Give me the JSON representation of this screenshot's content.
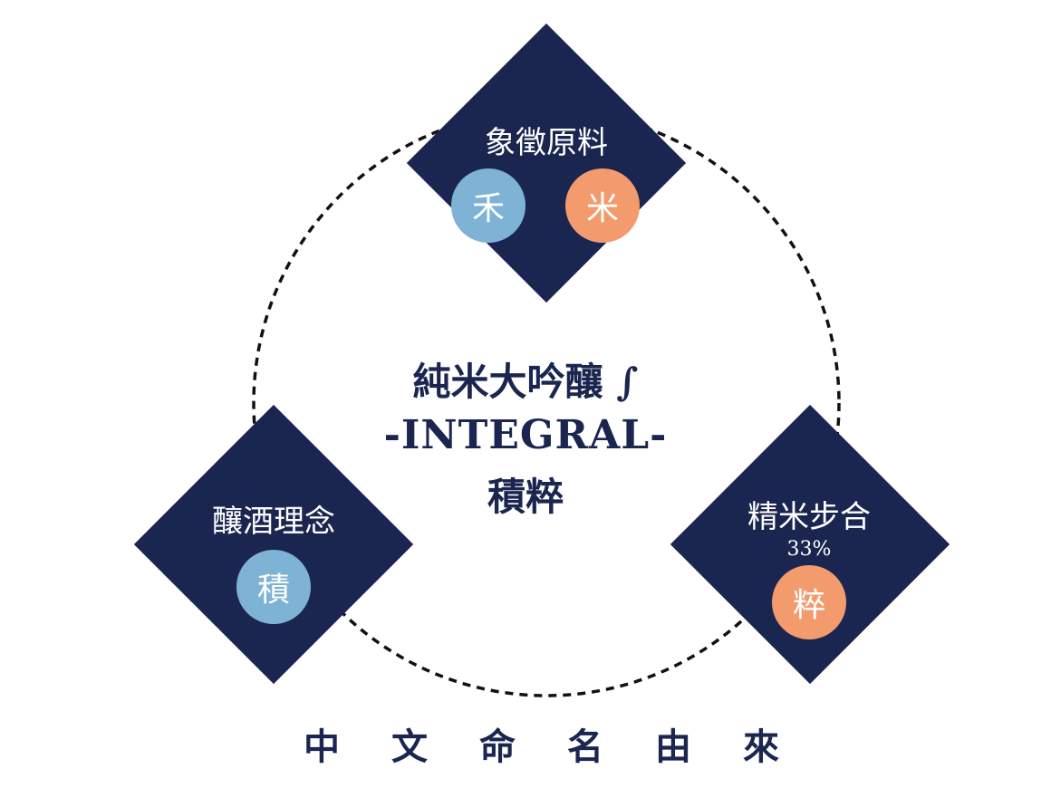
{
  "nodes": {
    "top": {
      "label": "象徵原料",
      "badges": [
        "禾",
        "米"
      ]
    },
    "left": {
      "label": "釀酒理念",
      "badges": [
        "積"
      ]
    },
    "right": {
      "label": "精米步合",
      "percent": "33%",
      "badges": [
        "粹"
      ]
    }
  },
  "center": {
    "line1": "純米大吟釀 ∫",
    "line2": "-INTEGRAL-",
    "line3": "積粹"
  },
  "footer": {
    "chars": [
      "中",
      "文",
      "命",
      "名",
      "由",
      "來"
    ]
  },
  "colors": {
    "navy": "#1b2650",
    "blue": "#7eb3d6",
    "orange": "#f39b6d"
  }
}
